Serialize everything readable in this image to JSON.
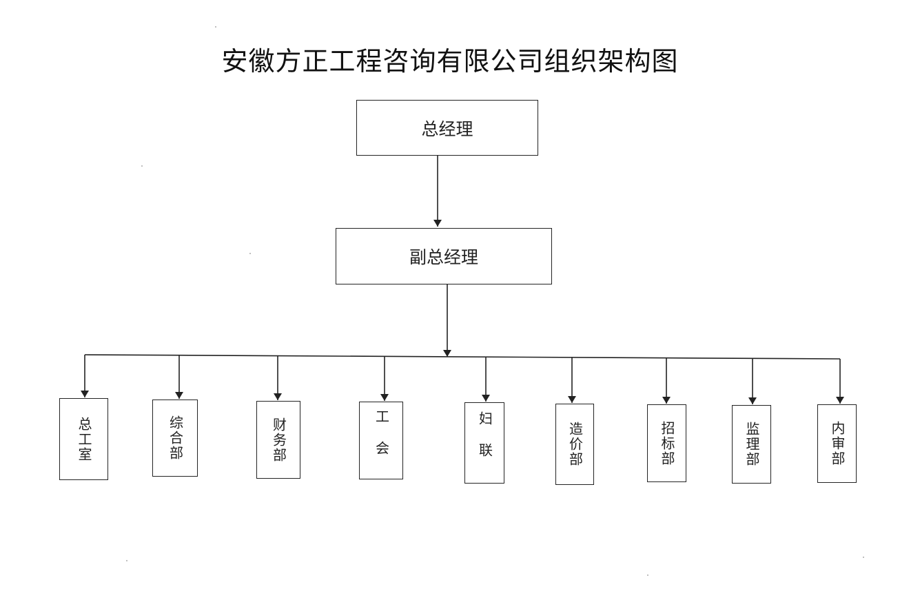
{
  "title": "安徽方正工程咨询有限公司组织架构图",
  "top": {
    "label": "总经理"
  },
  "deputy": {
    "label": "副总经理"
  },
  "departments": [
    {
      "label": "总工室"
    },
    {
      "label": "综合部"
    },
    {
      "label": "财务部"
    },
    {
      "label": "工会"
    },
    {
      "label": "妇联"
    },
    {
      "label": "造价部"
    },
    {
      "label": "招标部"
    },
    {
      "label": "监理部"
    },
    {
      "label": "内审部"
    }
  ],
  "colors": {
    "line": "#222222",
    "text": "#111111",
    "background": "#ffffff"
  }
}
